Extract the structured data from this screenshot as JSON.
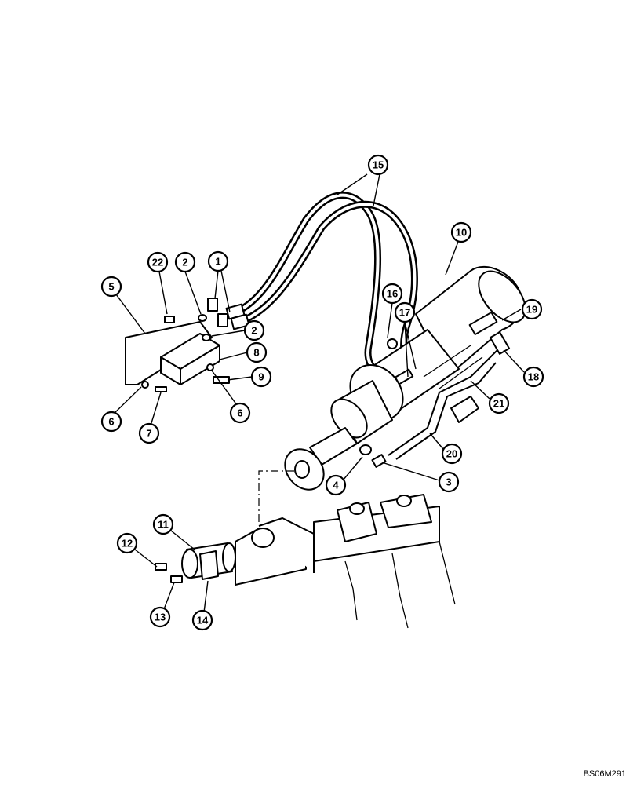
{
  "drawing_id": "BS06M291",
  "callouts": [
    {
      "label": "1"
    },
    {
      "label": "2"
    },
    {
      "label": "2"
    },
    {
      "label": "3"
    },
    {
      "label": "4"
    },
    {
      "label": "5"
    },
    {
      "label": "6"
    },
    {
      "label": "6"
    },
    {
      "label": "7"
    },
    {
      "label": "8"
    },
    {
      "label": "9"
    },
    {
      "label": "10"
    },
    {
      "label": "11"
    },
    {
      "label": "12"
    },
    {
      "label": "13"
    },
    {
      "label": "14"
    },
    {
      "label": "15"
    },
    {
      "label": "16"
    },
    {
      "label": "17"
    },
    {
      "label": "18"
    },
    {
      "label": "19"
    },
    {
      "label": "20"
    },
    {
      "label": "21"
    },
    {
      "label": "22"
    }
  ]
}
